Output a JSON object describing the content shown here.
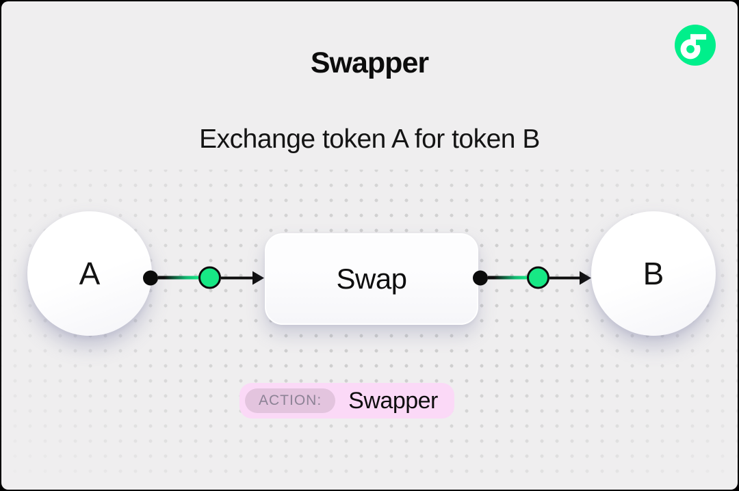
{
  "window": {
    "outer_bg": "#000000",
    "canvas_bg": "#EFEEEF"
  },
  "header": {
    "title": "Swapper",
    "subtitle": "Exchange token A for token B"
  },
  "logo": {
    "name": "flow-logo",
    "circle_color": "#00EF8B",
    "glyph_color": "#FFFFFF"
  },
  "diagram": {
    "node_a_label": "A",
    "process_label": "Swap",
    "node_b_label": "B",
    "port_color": "#17E885",
    "connector_color": "#0E0E0E",
    "node_fill": "#FFFFFF"
  },
  "badge": {
    "label": "ACTION:",
    "value": "Swapper",
    "bg_color": "#FBD9F7",
    "label_bg_color": "#E3C4DE",
    "label_text_color": "#8C8295"
  }
}
